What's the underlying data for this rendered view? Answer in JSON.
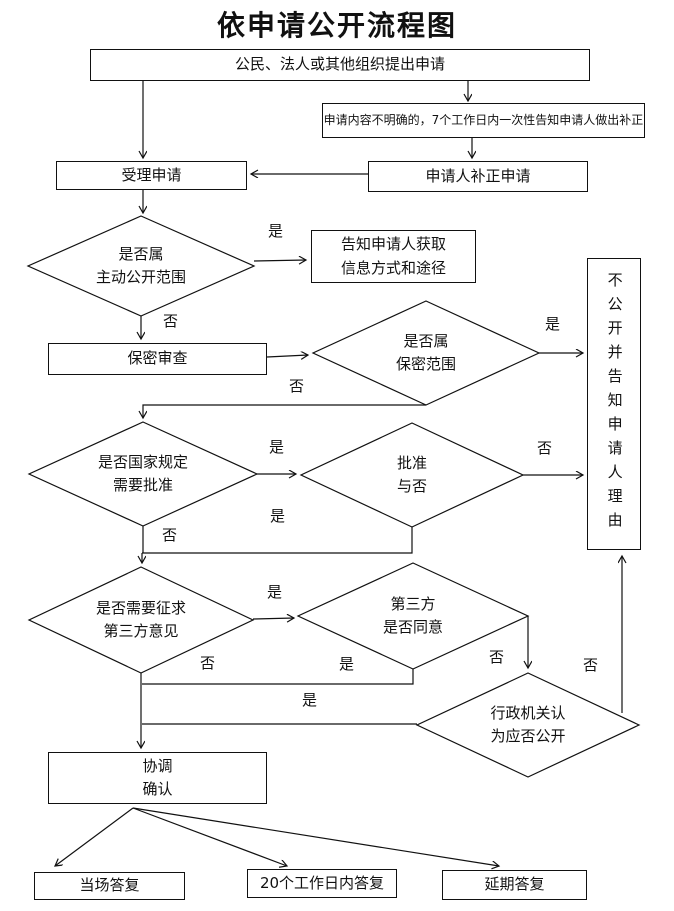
{
  "title": "依申请公开流程图",
  "labels": {
    "yes": "是",
    "no": "否"
  },
  "nodes": {
    "apply": {
      "text": "公民、法人或其他组织提出申请"
    },
    "clarify": {
      "text": "申请内容不明确的，7个工作日内一次性告知申请人做出补正"
    },
    "accept": {
      "text": "受理申请"
    },
    "correct": {
      "text": "申请人补正申请"
    },
    "inform": {
      "line1": "告知申请人获取",
      "line2": "信息方式和途径"
    },
    "secrecy_review": {
      "text": "保密审查"
    },
    "not_disclose": {
      "text": "不公开并告知申请人理由"
    },
    "coordinate": {
      "line1": "协调",
      "line2": "确认"
    },
    "onspot": {
      "text": "当场答复"
    },
    "within20": {
      "text": "20个工作日内答复"
    },
    "delay": {
      "text": "延期答复"
    },
    "d_proactive": {
      "line1": "是否属",
      "line2": "主动公开范围"
    },
    "d_secret": {
      "line1": "是否属",
      "line2": "保密范围"
    },
    "d_approval_needed": {
      "line1": "是否国家规定",
      "line2": "需要批准"
    },
    "d_approved": {
      "line1": "批准",
      "line2": "与否"
    },
    "d_thirdparty_ask": {
      "line1": "是否需要征求",
      "line2": "第三方意见"
    },
    "d_thirdparty_agree": {
      "line1": "第三方",
      "line2": "是否同意"
    },
    "d_agency": {
      "line1": "行政机关认",
      "line2": "为应否公开"
    }
  },
  "colors": {
    "stroke": "#111111",
    "background": "#ffffff"
  }
}
